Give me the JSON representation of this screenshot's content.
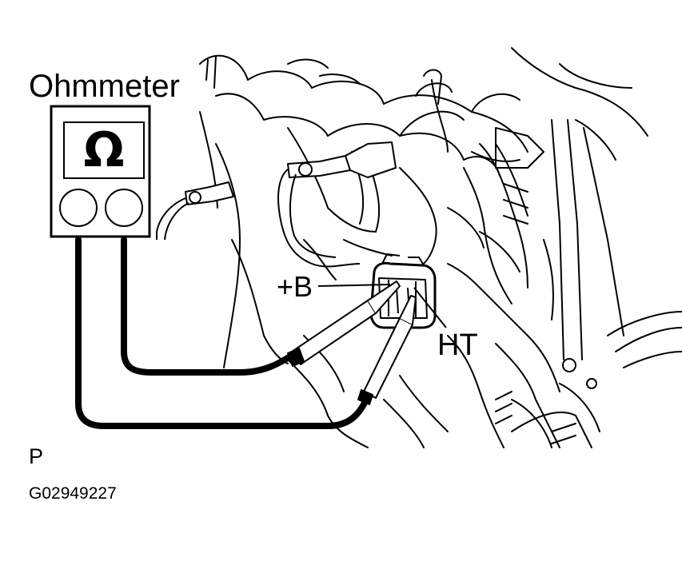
{
  "labels": {
    "meter_title": "Ohmmeter",
    "meter_symbol": "Ω",
    "terminal_b": "+B",
    "terminal_ht": "HT",
    "view": "P",
    "figure_id": "G02949227"
  },
  "icons": {
    "meter": "ohmmeter-icon",
    "sensor": "oxygen-sensor-connector-icon"
  },
  "colors": {
    "ink": "#000000",
    "background": "#ffffff"
  }
}
